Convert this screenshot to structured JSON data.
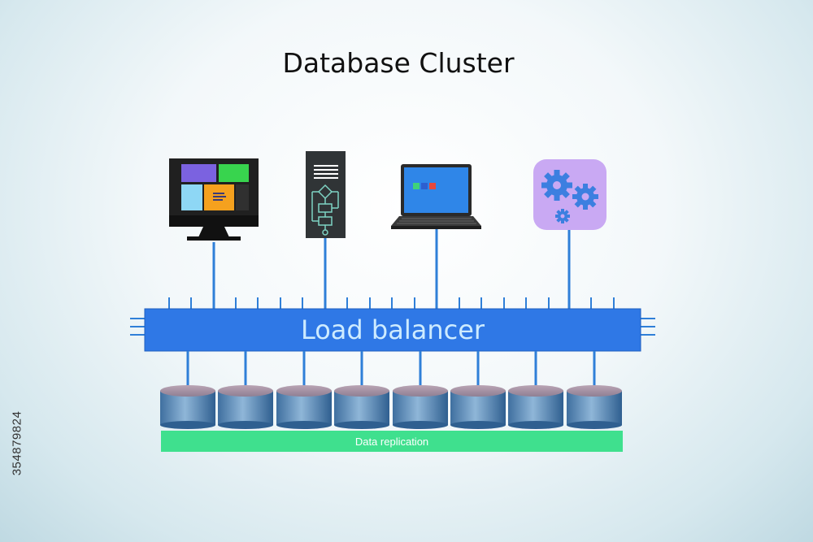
{
  "title": "Database Cluster",
  "load_balancer": {
    "label": "Load balancer"
  },
  "replication": {
    "label": "Data replication"
  },
  "stock_id": "354879824",
  "clients": [
    {
      "name": "desktop-monitor",
      "icon": "monitor-icon"
    },
    {
      "name": "server-tower",
      "icon": "server-flowchart-icon"
    },
    {
      "name": "laptop",
      "icon": "laptop-icon"
    },
    {
      "name": "settings-app",
      "icon": "gears-icon"
    }
  ],
  "database_count": 8,
  "colors": {
    "load_balancer": "#2f78e6",
    "connector": "#2f7fd8",
    "replication_bar": "#3fe08e",
    "database": "#5f8fbd",
    "gear_bg": "#c9a9f3",
    "gear": "#3c7fe0"
  }
}
